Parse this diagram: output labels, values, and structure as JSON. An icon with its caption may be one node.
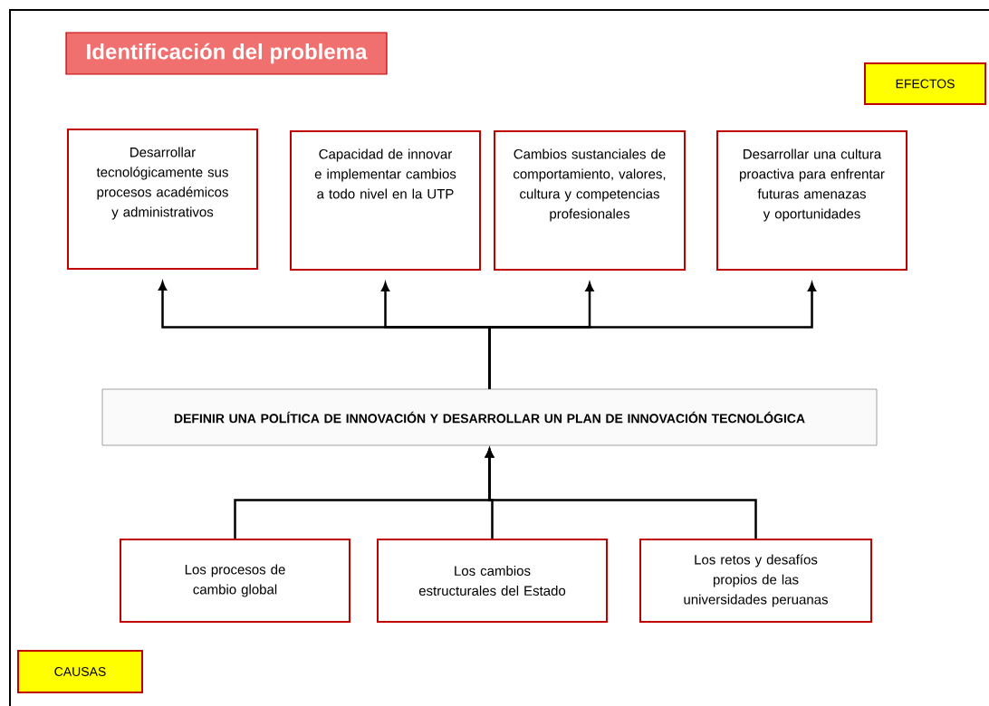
{
  "diagram": {
    "title": "Identificación del problema",
    "nodes": [
      {
        "text": [
          "EFECTOS"
        ]
      },
      {
        "text": [
          "Desarrollar tecnológicamente sus procesos académicos y administrativos"
        ]
      },
      {
        "text": [
          "Capacidad de innovar e implementar cambios a todo nivel en la UTP"
        ]
      },
      {
        "text": [
          "Cambios sustanciales de comportamiento, valores, cultura y competencias profesionales"
        ]
      },
      {
        "text": [
          "Desarrollar una cultura proactiva para enfrentar futuras amenazas y oportunidades"
        ]
      },
      {
        "text": [
          "DEFINIR UNA POLÍTICA DE INNOVACIÓN Y DESARROLLAR UN PLAN DE INNOVACIÓN TECNOLÓGICA"
        ]
      },
      {
        "text": [
          "Los procesos de cambio global"
        ]
      },
      {
        "text": [
          "Los cambios estructurales del Estado"
        ]
      },
      {
        "text": [
          "Los retos y desafíos propios de las universidades peruanas"
        ]
      },
      {
        "text": [
          "CAUSAS"
        ]
      }
    ],
    "edges": [
      {
        "from": 5,
        "to": 1,
        "arrow": "to"
      },
      {
        "from": 5,
        "to": 2,
        "arrow": "to"
      },
      {
        "from": 5,
        "to": 3,
        "arrow": "to"
      },
      {
        "from": 5,
        "to": 4,
        "arrow": "to"
      },
      {
        "from": 6,
        "to": 5,
        "arrow": "to"
      },
      {
        "from": 7,
        "to": 5,
        "arrow": "to"
      },
      {
        "from": 8,
        "to": 5,
        "arrow": "to"
      }
    ]
  }
}
